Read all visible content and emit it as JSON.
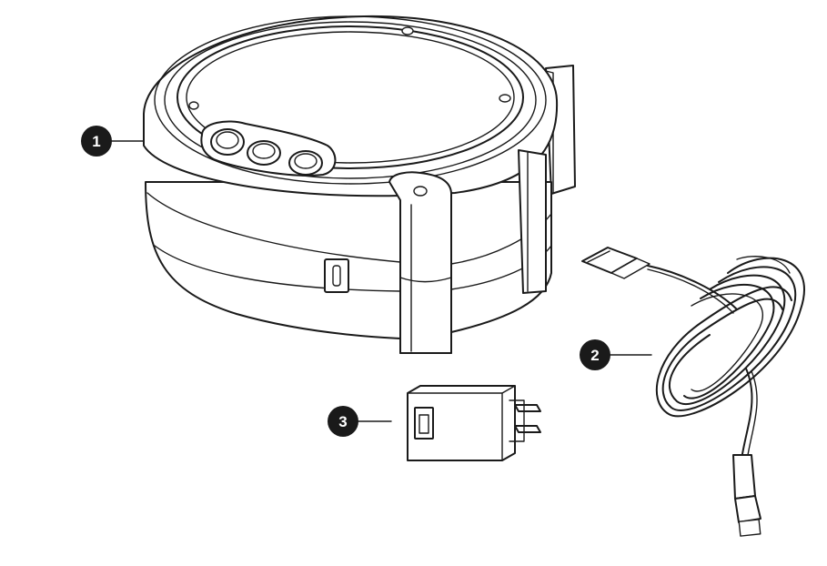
{
  "callouts": [
    {
      "number": "1",
      "item": "main-unit"
    },
    {
      "number": "2",
      "item": "usb-cable"
    },
    {
      "number": "3",
      "item": "power-adapter"
    }
  ],
  "colors": {
    "line": "#1a1a1a",
    "background": "#ffffff",
    "badge": "#1a1a1a"
  }
}
